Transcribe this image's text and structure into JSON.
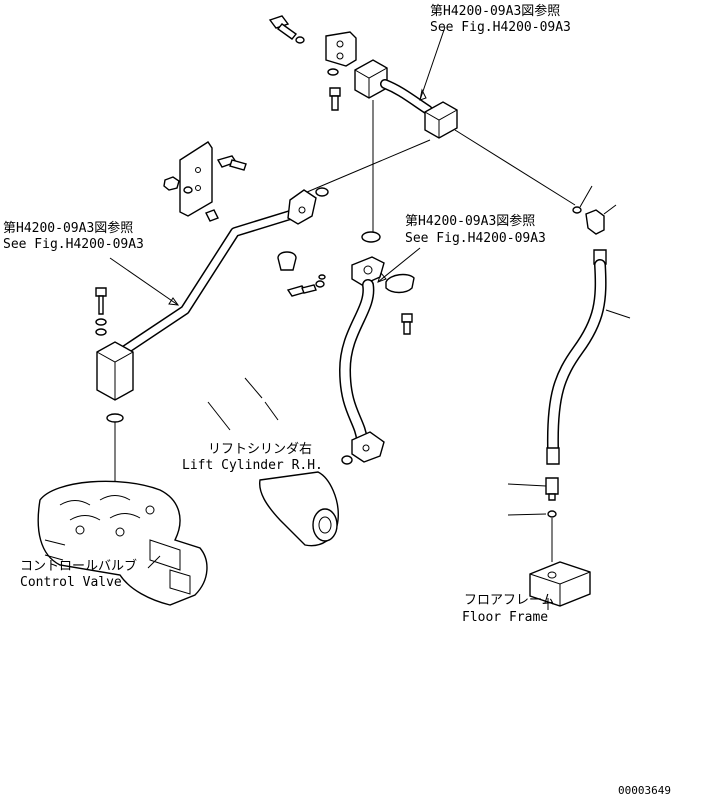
{
  "labels": {
    "ref_top_jp": "第H4200-09A3図参照",
    "ref_top_en": "See Fig.H4200-09A3",
    "ref_left_jp": "第H4200-09A3図参照",
    "ref_left_en": "See Fig.H4200-09A3",
    "ref_mid_jp": "第H4200-09A3図参照",
    "ref_mid_en": "See Fig.H4200-09A3",
    "lift_cyl_jp": "リフトシリンダ右",
    "lift_cyl_en": "Lift Cylinder R.H.",
    "control_valve_jp": "コントロールバルブ",
    "control_valve_en": "Control Valve",
    "floor_frame_jp": "フロアフレーム",
    "floor_frame_en": "Floor Frame",
    "drawing_number": "00003649"
  }
}
